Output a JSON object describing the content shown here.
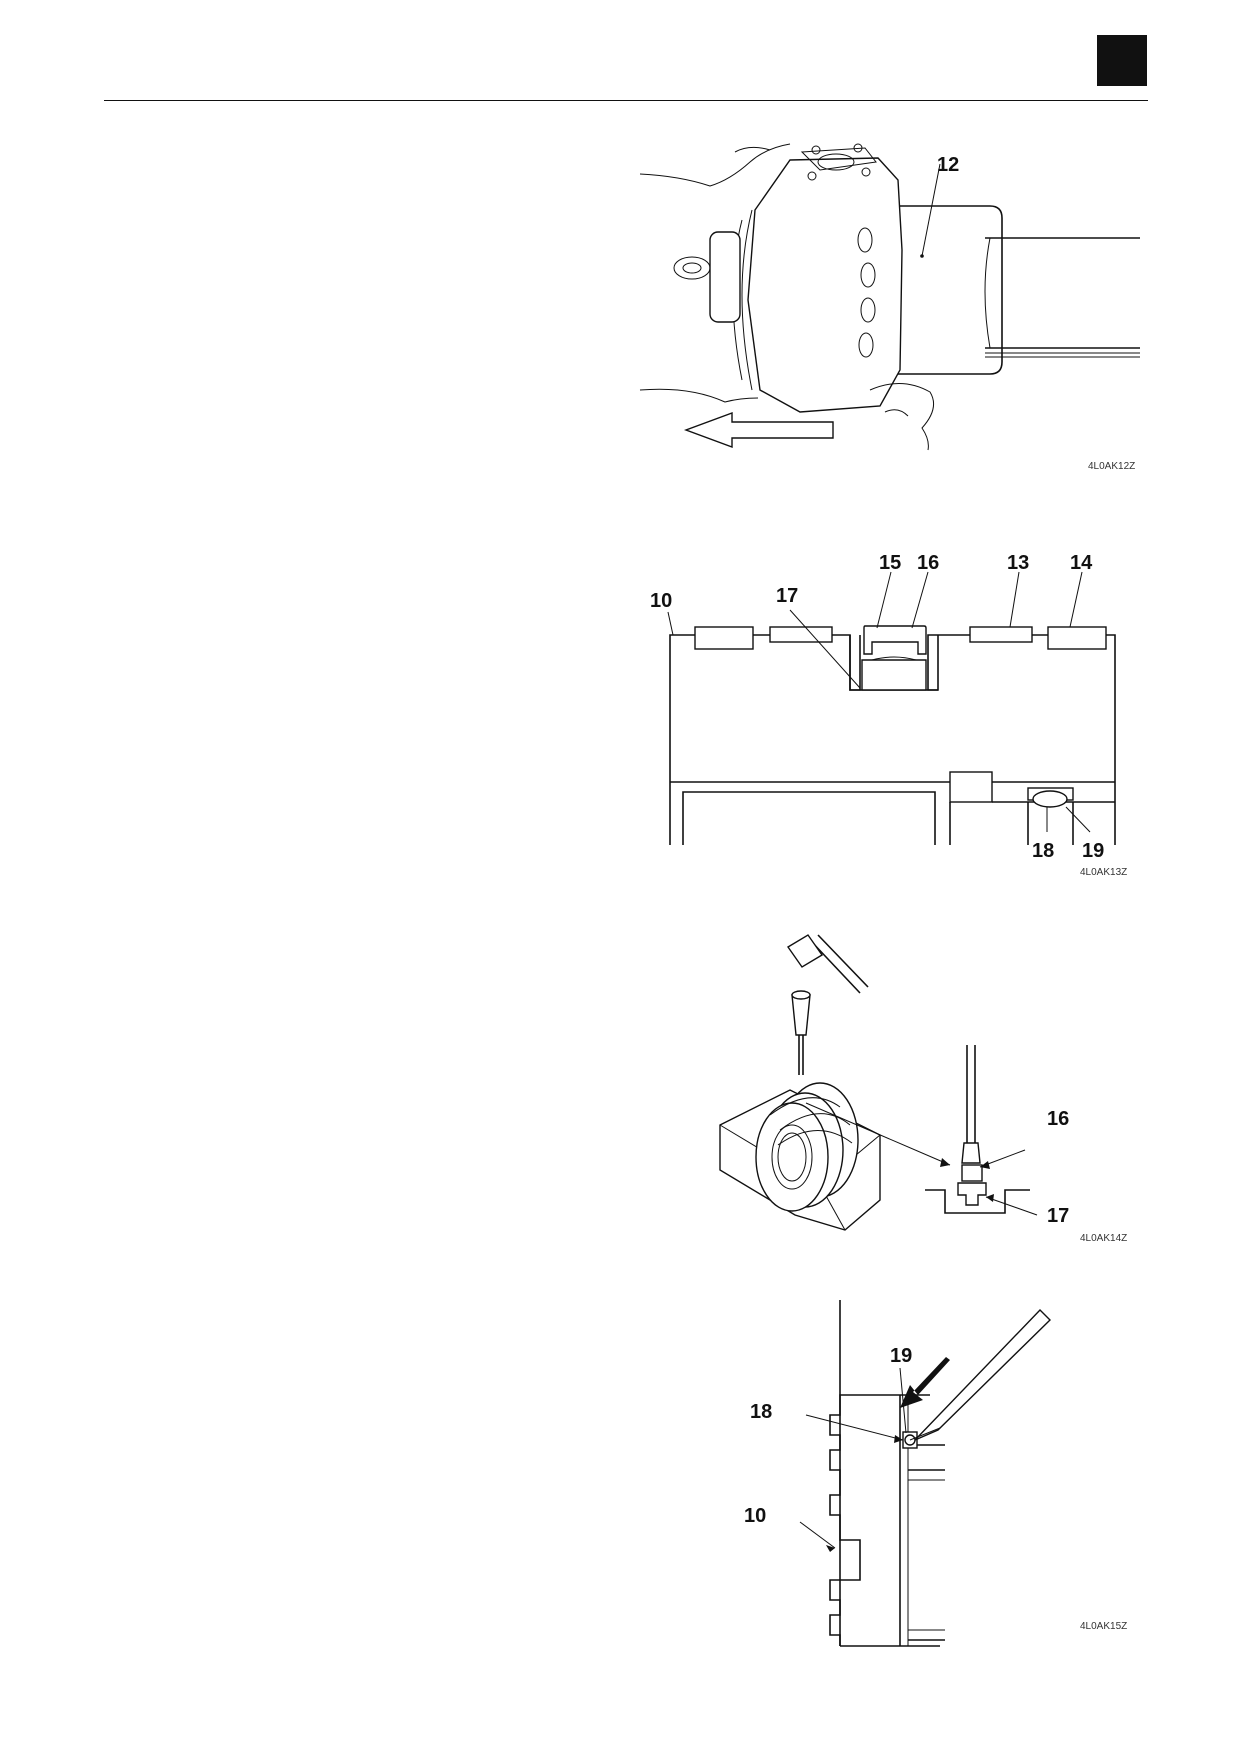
{
  "page": {
    "figures": [
      {
        "code": "4L0AK12Z",
        "labels": [
          "12"
        ]
      },
      {
        "code": "4L0AK13Z",
        "labels": [
          "10",
          "17",
          "15",
          "16",
          "13",
          "14",
          "18",
          "19"
        ]
      },
      {
        "code": "4L0AK14Z",
        "labels": [
          "16",
          "17"
        ]
      },
      {
        "code": "4L0AK15Z",
        "labels": [
          "19",
          "18",
          "10"
        ]
      }
    ]
  }
}
